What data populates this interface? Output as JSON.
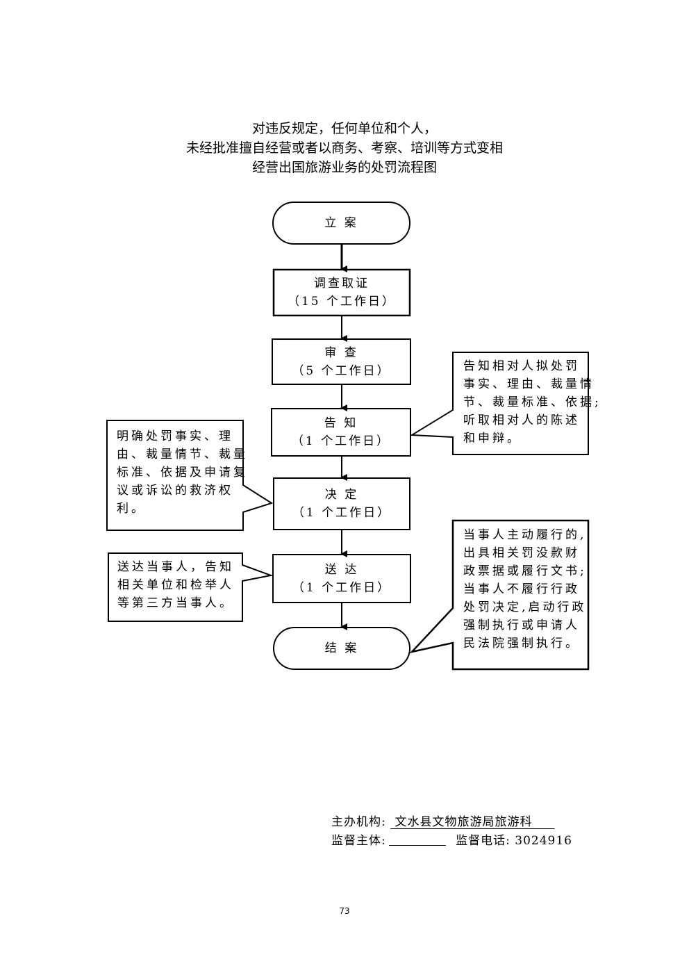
{
  "document": {
    "title_lines": [
      "对违反规定，任何单位和个人，",
      "未经批准擅自经营或者以商务、考察、培训等方式变相",
      "经营出国旅游业务的处罚流程图"
    ],
    "page_number": "73"
  },
  "flowchart": {
    "steps": [
      {
        "id": "start",
        "shape": "terminal",
        "label": "立 案",
        "duration": ""
      },
      {
        "id": "investigate",
        "shape": "process",
        "label": "调查取证",
        "duration": "（15 个工作日）"
      },
      {
        "id": "review",
        "shape": "process",
        "label": "审 查",
        "duration": "（5 个工作日）"
      },
      {
        "id": "notify",
        "shape": "process",
        "label": "告 知",
        "duration": "（1 个工作日）"
      },
      {
        "id": "decide",
        "shape": "process",
        "label": "决 定",
        "duration": "（1 个工作日）"
      },
      {
        "id": "deliver",
        "shape": "process",
        "label": "送 达",
        "duration": "（1 个工作日）"
      },
      {
        "id": "close",
        "shape": "terminal",
        "label": "结 案",
        "duration": ""
      }
    ],
    "notes": [
      {
        "attached_to": "notify",
        "side": "right",
        "lines": [
          "告知相对人拟处罚",
          "事实、理由、裁量情",
          "节、裁量标准、依据;",
          "听取相对人的陈述",
          "和申辩。"
        ]
      },
      {
        "attached_to": "decide",
        "side": "left",
        "lines": [
          "明确处罚事实、理",
          "由、裁量情节、裁量",
          "标准、依据及申请复",
          "议或诉讼的救济权",
          "利。"
        ]
      },
      {
        "attached_to": "deliver",
        "side": "left",
        "lines": [
          "送达当事人，告知",
          "相关单位和检举人",
          "等第三方当事人。"
        ]
      },
      {
        "attached_to": "close",
        "side": "right",
        "lines": [
          "当事人主动履行的,",
          "出具相关罚没款财",
          "政票据或履行文书;",
          "当事人不履行行政",
          "处罚决定,启动行政",
          "强制执行或申请人",
          "民法院强制执行。"
        ]
      }
    ]
  },
  "footer": {
    "organizer_label": "主办机构:",
    "organizer_value": "文水县文物旅游局旅游科",
    "supervisor_label": "监督主体:",
    "supervisor_value": "",
    "phone_label": "监督电话:",
    "phone_value": "3024916"
  }
}
